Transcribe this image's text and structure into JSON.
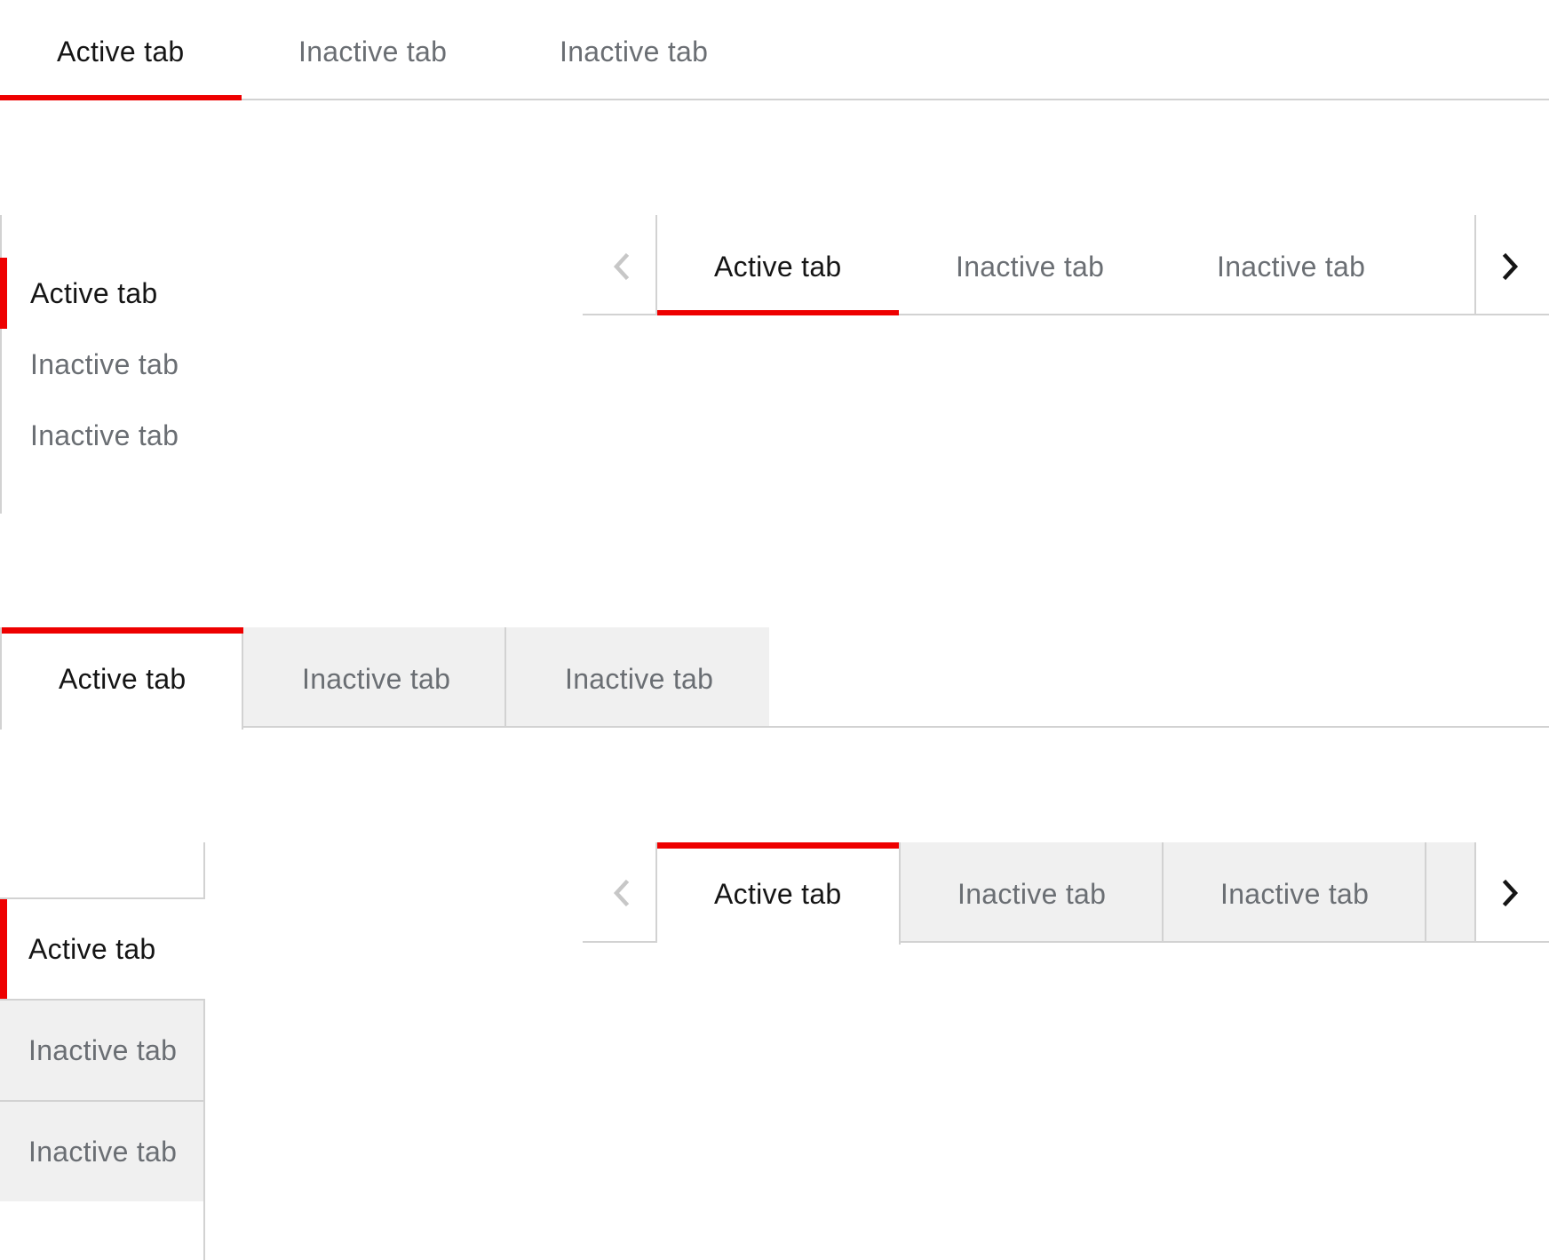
{
  "colors": {
    "accent": "#ee0000",
    "border": "#d2d2d2",
    "inactive_fill": "#f0f0f0",
    "active_text": "#151515",
    "inactive_text": "#6a6e73",
    "chevron_disabled": "#c7c7c7",
    "chevron_enabled": "#151515"
  },
  "icons": {
    "scroll_left": "chevron-left-icon",
    "scroll_right": "chevron-right-icon"
  },
  "horizontal_tabs": {
    "tabs": [
      {
        "label": "Active tab"
      },
      {
        "label": "Inactive tab"
      },
      {
        "label": "Inactive tab"
      }
    ]
  },
  "vertical_tabs": {
    "tabs": [
      {
        "label": "Active tab"
      },
      {
        "label": "Inactive tab"
      },
      {
        "label": "Inactive tab"
      }
    ]
  },
  "scrollable_tabs": {
    "tabs": [
      {
        "label": "Active tab"
      },
      {
        "label": "Inactive tab"
      },
      {
        "label": "Inactive tab"
      }
    ]
  },
  "filled_tabs": {
    "tabs": [
      {
        "label": "Active tab"
      },
      {
        "label": "Inactive tab"
      },
      {
        "label": "Inactive tab"
      }
    ]
  },
  "filled_vertical_tabs": {
    "tabs": [
      {
        "label": "Active tab"
      },
      {
        "label": "Inactive tab"
      },
      {
        "label": "Inactive tab"
      }
    ]
  },
  "filled_scrollable_tabs": {
    "tabs": [
      {
        "label": "Active tab"
      },
      {
        "label": "Inactive tab"
      },
      {
        "label": "Inactive tab"
      }
    ]
  }
}
